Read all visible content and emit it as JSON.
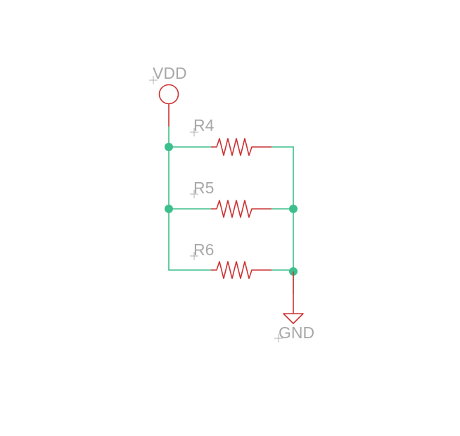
{
  "schematic": {
    "supply": {
      "label": "VDD"
    },
    "ground": {
      "label": "GND"
    },
    "resistors": [
      {
        "label": "R4"
      },
      {
        "label": "R5"
      },
      {
        "label": "R6"
      }
    ],
    "colors": {
      "wire": "#3cbf8c",
      "component": "#cc3333",
      "label": "#a8a8a8",
      "background": "#ffffff"
    }
  }
}
